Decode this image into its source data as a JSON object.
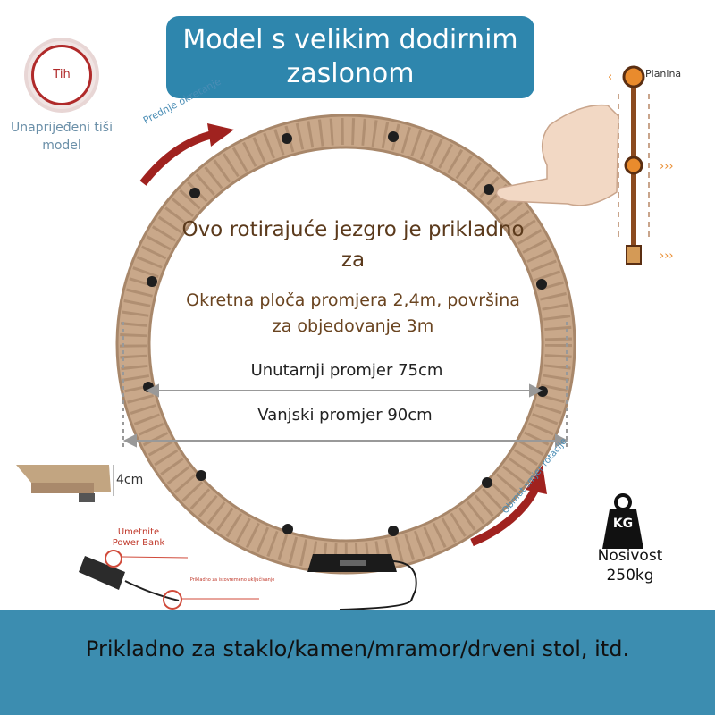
{
  "header": {
    "title": "Model s velikim dodirnim zaslonom"
  },
  "badge": {
    "tag": "Tih",
    "caption": "Unaprijeđeni tiši model"
  },
  "rotation": {
    "forward": "Prednje okretanje",
    "reverse": "Obrnut smjer rotacije"
  },
  "core": {
    "title": "Ovo rotirajuće jezgro je prikladno za",
    "subtitle": "Okretna ploča promjera 2,4m, površina za objedovanje 3m"
  },
  "dimensions": {
    "inner": "Unutarnji promjer 75cm",
    "outer": "Vanjski promjer 90cm",
    "height": "4cm"
  },
  "power": {
    "label": "Umetnite Power Bank",
    "note": "Prikladno za istovremeno uključivanje"
  },
  "rail": {
    "label": "Planina"
  },
  "capacity": {
    "unit": "KG",
    "label": "Nosivost 250kg"
  },
  "footer": {
    "text": "Prikladno za staklo/kamen/mramor/drveni stol, itd."
  },
  "colors": {
    "accent": "#2e86ad",
    "ring": "#c9a88a",
    "footer": "#3c8db0",
    "arrow": "#a0221f"
  }
}
